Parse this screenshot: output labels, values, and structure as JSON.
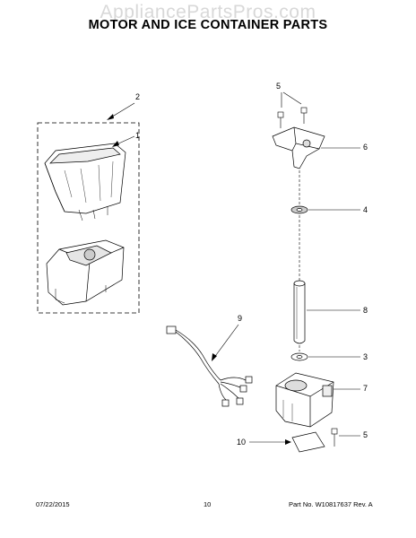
{
  "watermark": "AppliancePartsPros.com",
  "title": "MOTOR AND ICE CONTAINER PARTS",
  "callouts": {
    "c1": "1",
    "c2": "2",
    "c3": "3",
    "c4": "4",
    "c5a": "5",
    "c5b": "5",
    "c6": "6",
    "c7": "7",
    "c8": "8",
    "c9": "9",
    "c10": "10"
  },
  "footer": {
    "date": "07/22/2015",
    "page": "10",
    "part_number": "Part No.  W10817637   Rev.  A"
  }
}
